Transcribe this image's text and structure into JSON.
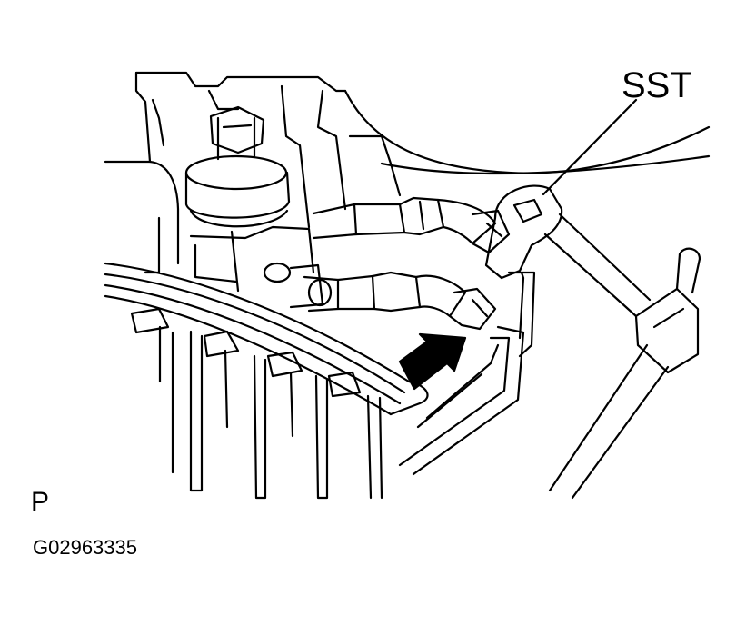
{
  "labels": {
    "tool": "SST",
    "view": "P",
    "figure_code": "G02963335"
  },
  "colors": {
    "line": "#000000",
    "background": "#ffffff"
  }
}
